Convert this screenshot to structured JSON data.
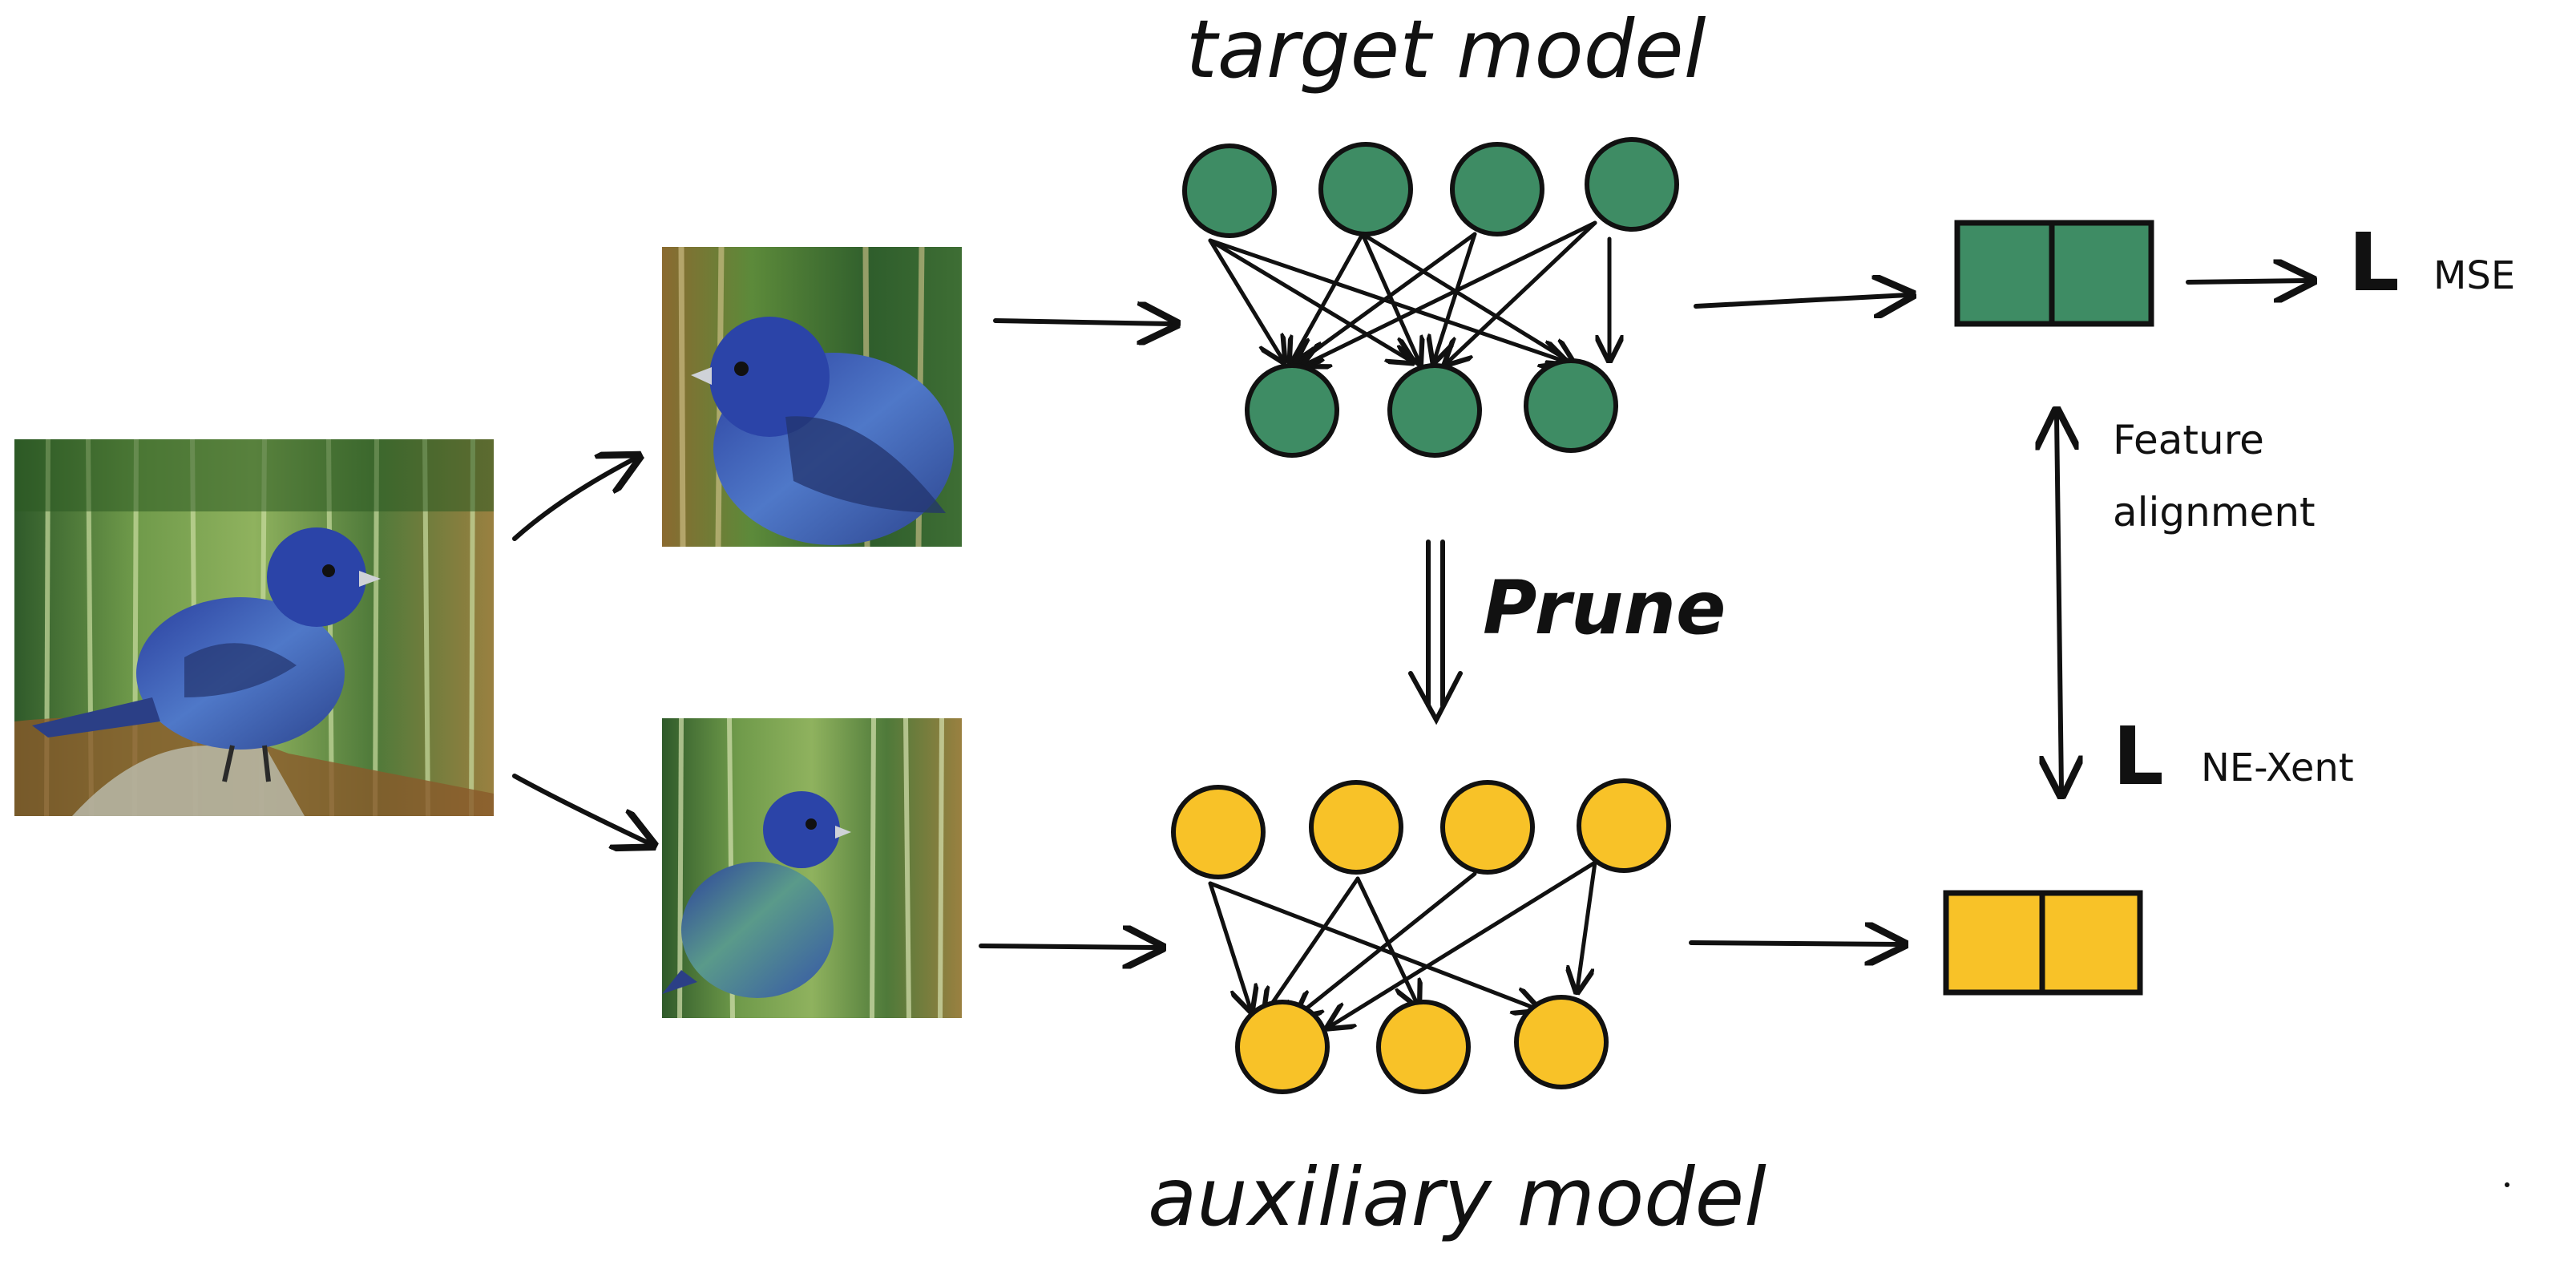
{
  "colors": {
    "target": "#3e8c64",
    "auxiliary": "#f8c228",
    "ink": "#111111"
  },
  "labels": {
    "target_model": "target model",
    "auxiliary_model": "auxiliary model",
    "prune": "Prune",
    "loss_mse_symbol": "L",
    "loss_mse_sub": "MSE",
    "loss_nexent_symbol": "L",
    "loss_nexent_sub": "NE-Xent",
    "feature_alignment_line1": "Feature",
    "feature_alignment_line2": "alignment"
  },
  "images": {
    "original": "blue bird in bamboo forest (original)",
    "view_top": "blue bird augmented view (crop)",
    "view_bottom": "blue bird augmented view (color jitter)"
  }
}
